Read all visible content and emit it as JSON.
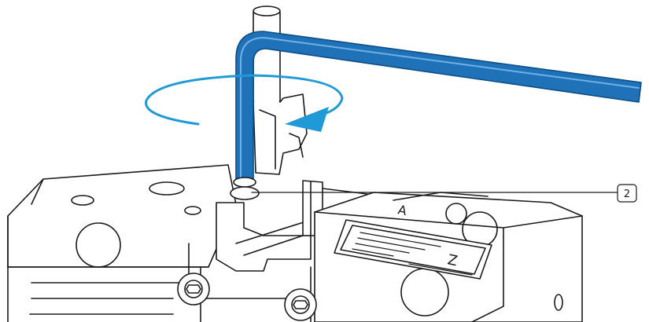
{
  "figure": {
    "kind": "assembly-instruction-illustration",
    "background": "#ffffff",
    "line_color": "#1a1a1a",
    "accent_color": "#1f72b8",
    "accent_highlight": "#6fb0e6",
    "callouts": [
      {
        "label": "2"
      }
    ],
    "nameplate": {
      "visible_text_legible": false,
      "letters": [
        "A",
        "Z"
      ]
    },
    "rotation_arrow": {
      "direction": "counter-clockwise-arc",
      "color": "#1f9ad6"
    }
  }
}
